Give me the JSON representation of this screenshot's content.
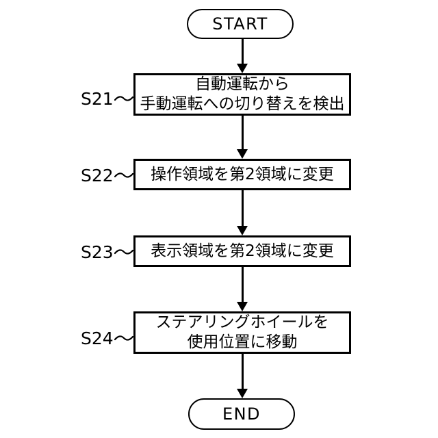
{
  "colors": {
    "background": "#ffffff",
    "line": "#000000",
    "text": "#000000"
  },
  "flowchart": {
    "start": {
      "label": "START"
    },
    "end": {
      "label": "END"
    },
    "steps": [
      {
        "id": "S21",
        "lines": [
          "自動運転から",
          "手動運転への切り替えを検出"
        ]
      },
      {
        "id": "S22",
        "lines": [
          "操作領域を第2領域に変更"
        ]
      },
      {
        "id": "S23",
        "lines": [
          "表示領域を第2領域に変更"
        ]
      },
      {
        "id": "S24",
        "lines": [
          "ステアリングホイールを",
          "使用位置に移動"
        ]
      }
    ]
  }
}
